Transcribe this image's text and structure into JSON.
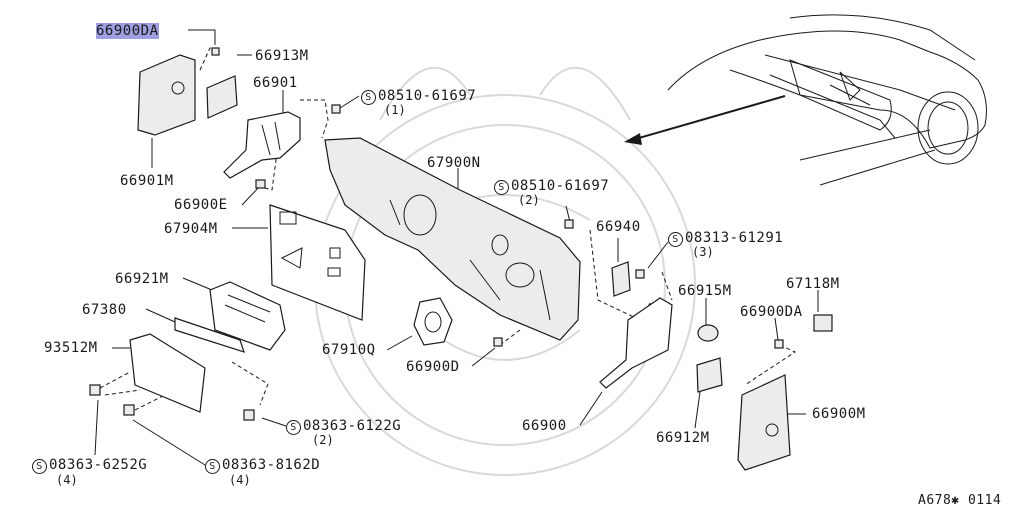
{
  "diagram_id": "A678✱ 0114",
  "highlight_color": "#9e9ee0",
  "bolt_symbol": "S",
  "parts": [
    {
      "key": "p66900DA_l",
      "number": "66900DA"
    },
    {
      "key": "p66913M",
      "number": "66913M"
    },
    {
      "key": "p66901",
      "number": "66901"
    },
    {
      "key": "p66901M",
      "number": "66901M"
    },
    {
      "key": "p66900E",
      "number": "66900E"
    },
    {
      "key": "p67904M",
      "number": "67904M"
    },
    {
      "key": "p67900N",
      "number": "67900N"
    },
    {
      "key": "p66921M",
      "number": "66921M"
    },
    {
      "key": "p67380",
      "number": "67380"
    },
    {
      "key": "p93512M",
      "number": "93512M"
    },
    {
      "key": "p67910Q",
      "number": "67910Q"
    },
    {
      "key": "p66900D",
      "number": "66900D"
    },
    {
      "key": "p66940",
      "number": "66940"
    },
    {
      "key": "p66915M",
      "number": "66915M"
    },
    {
      "key": "p67118M",
      "number": "67118M"
    },
    {
      "key": "p66900DA_r",
      "number": "66900DA"
    },
    {
      "key": "p66900",
      "number": "66900"
    },
    {
      "key": "p66912M",
      "number": "66912M"
    },
    {
      "key": "p66900M",
      "number": "66900M"
    }
  ],
  "bolts": [
    {
      "key": "b1",
      "number": "08510-61697",
      "qty": "(1)"
    },
    {
      "key": "b2",
      "number": "08510-61697",
      "qty": "(2)"
    },
    {
      "key": "b3",
      "number": "08313-61291",
      "qty": "(3)"
    },
    {
      "key": "b4",
      "number": "08363-6122G",
      "qty": "(2)"
    },
    {
      "key": "b5",
      "number": "08363-6252G",
      "qty": "(4)"
    },
    {
      "key": "b6",
      "number": "08363-8162D",
      "qty": "(4)"
    }
  ]
}
